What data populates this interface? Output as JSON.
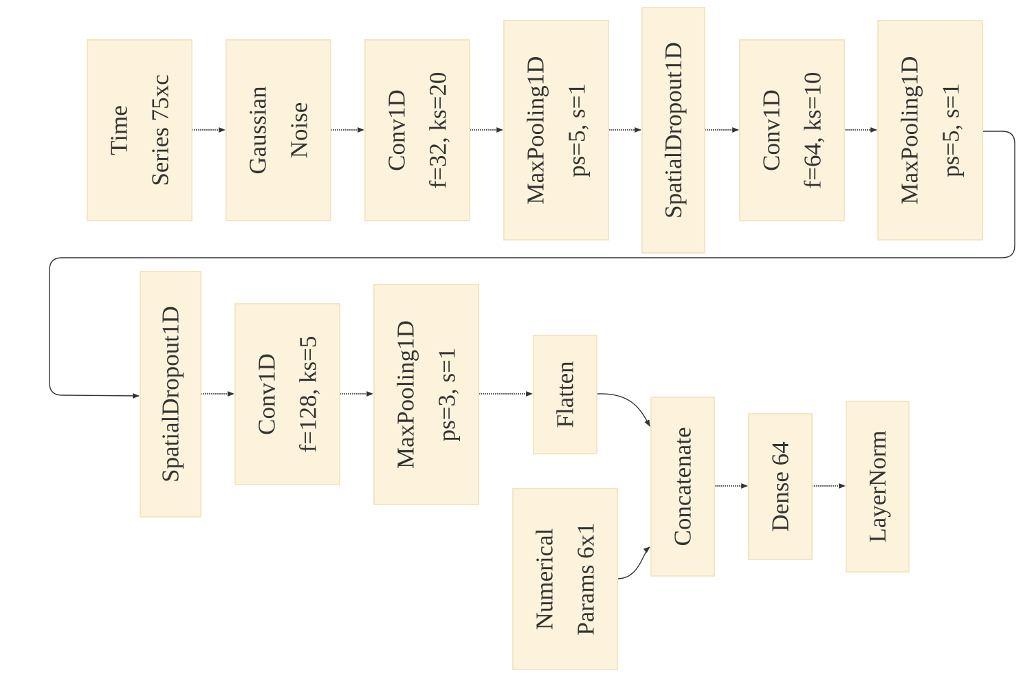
{
  "diagram": {
    "nodes": [
      {
        "id": "time-series",
        "lines": [
          "Time",
          "Series 75xc"
        ]
      },
      {
        "id": "gaussian-noise",
        "lines": [
          "Gaussian",
          "Noise"
        ]
      },
      {
        "id": "conv1d-1",
        "lines": [
          "Conv1D",
          "f=32, ks=20"
        ]
      },
      {
        "id": "maxpool-1",
        "lines": [
          "MaxPooling1D",
          "ps=5, s=1"
        ]
      },
      {
        "id": "spatialdropout-1",
        "lines": [
          "SpatialDropout1D"
        ]
      },
      {
        "id": "conv1d-2",
        "lines": [
          "Conv1D",
          "f=64, ks=10"
        ]
      },
      {
        "id": "maxpool-2",
        "lines": [
          "MaxPooling1D",
          "ps=5, s=1"
        ]
      },
      {
        "id": "spatialdropout-2",
        "lines": [
          "SpatialDropout1D"
        ]
      },
      {
        "id": "conv1d-3",
        "lines": [
          "Conv1D",
          "f=128, ks=5"
        ]
      },
      {
        "id": "maxpool-3",
        "lines": [
          "MaxPooling1D",
          "ps=3, s=1"
        ]
      },
      {
        "id": "flatten",
        "lines": [
          "Flatten"
        ]
      },
      {
        "id": "numerical-params",
        "lines": [
          "Numerical",
          "Params 6x1"
        ]
      },
      {
        "id": "concatenate",
        "lines": [
          "Concatenate"
        ]
      },
      {
        "id": "dense-64",
        "lines": [
          "Dense 64"
        ]
      },
      {
        "id": "layernorm",
        "lines": [
          "LayerNorm"
        ]
      }
    ],
    "edges": [
      {
        "from": "time-series",
        "to": "gaussian-noise"
      },
      {
        "from": "gaussian-noise",
        "to": "conv1d-1"
      },
      {
        "from": "conv1d-1",
        "to": "maxpool-1"
      },
      {
        "from": "maxpool-1",
        "to": "spatialdropout-1"
      },
      {
        "from": "spatialdropout-1",
        "to": "conv1d-2"
      },
      {
        "from": "conv1d-2",
        "to": "maxpool-2"
      },
      {
        "from": "maxpool-2",
        "to": "spatialdropout-2"
      },
      {
        "from": "spatialdropout-2",
        "to": "conv1d-3"
      },
      {
        "from": "conv1d-3",
        "to": "maxpool-3"
      },
      {
        "from": "maxpool-3",
        "to": "flatten"
      },
      {
        "from": "flatten",
        "to": "concatenate"
      },
      {
        "from": "numerical-params",
        "to": "concatenate"
      },
      {
        "from": "concatenate",
        "to": "dense-64"
      },
      {
        "from": "dense-64",
        "to": "layernorm"
      }
    ],
    "colors": {
      "node_fill": "#fdf3dc",
      "node_border": "#f3e6c4",
      "text": "#333333",
      "edge": "#333333"
    }
  }
}
